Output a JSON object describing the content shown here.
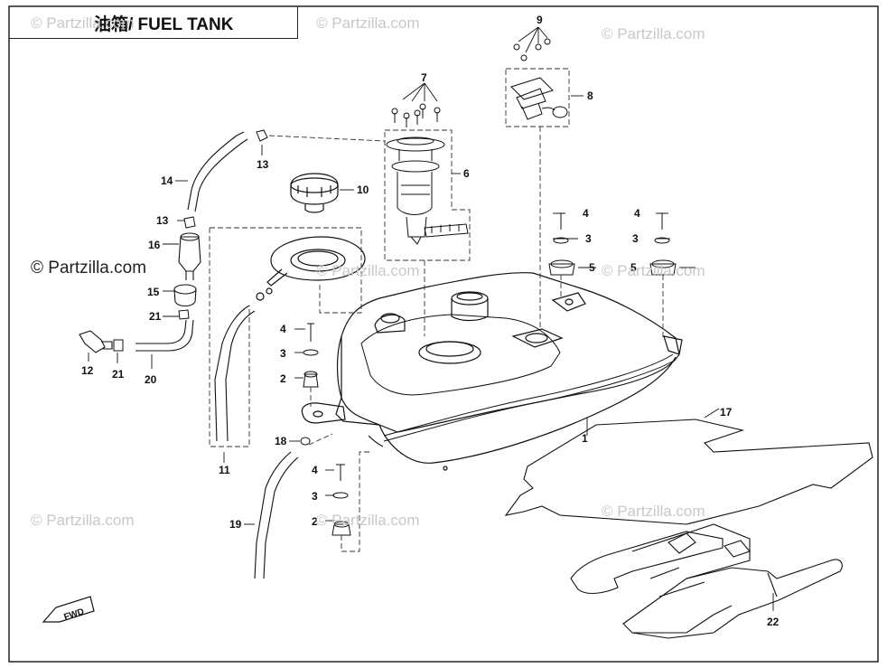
{
  "title": "油箱/ FUEL TANK",
  "watermark": "© Partzilla.com",
  "fwd_label": "FWD",
  "callouts": [
    "1",
    "2",
    "3",
    "4",
    "5",
    "6",
    "7",
    "8",
    "9",
    "10",
    "11",
    "12",
    "13",
    "14",
    "15",
    "16",
    "17",
    "18",
    "19",
    "20",
    "21",
    "22"
  ],
  "colors": {
    "line": "#111111",
    "watermark": "#c8c8c8",
    "background": "#ffffff"
  }
}
